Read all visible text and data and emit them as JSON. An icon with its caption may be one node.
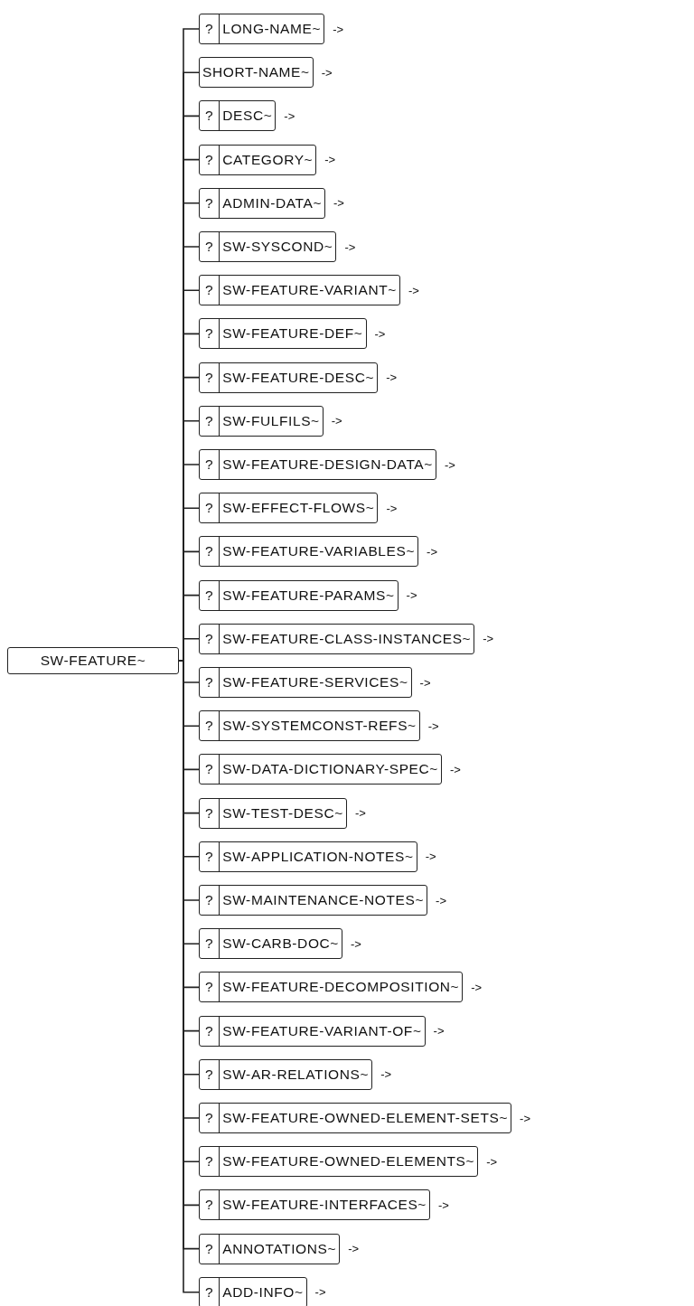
{
  "diagram": {
    "nodes": [
      {
        "text": [
          "SW-FEATURE~"
        ]
      },
      {
        "text": [
          "?",
          "LONG-NAME~"
        ],
        "beside": [
          "->"
        ]
      },
      {
        "text": [
          "SHORT-NAME~"
        ],
        "beside": [
          "->"
        ]
      },
      {
        "text": [
          "?",
          "DESC~"
        ],
        "beside": [
          "->"
        ]
      },
      {
        "text": [
          "?",
          "CATEGORY~"
        ],
        "beside": [
          "->"
        ]
      },
      {
        "text": [
          "?",
          "ADMIN-DATA~"
        ],
        "beside": [
          "->"
        ]
      },
      {
        "text": [
          "?",
          "SW-SYSCOND~"
        ],
        "beside": [
          "->"
        ]
      },
      {
        "text": [
          "?",
          "SW-FEATURE-VARIANT~"
        ],
        "beside": [
          "->"
        ]
      },
      {
        "text": [
          "?",
          "SW-FEATURE-DEF~"
        ],
        "beside": [
          "->"
        ]
      },
      {
        "text": [
          "?",
          "SW-FEATURE-DESC~"
        ],
        "beside": [
          "->"
        ]
      },
      {
        "text": [
          "?",
          "SW-FULFILS~"
        ],
        "beside": [
          "->"
        ]
      },
      {
        "text": [
          "?",
          "SW-FEATURE-DESIGN-DATA~"
        ],
        "beside": [
          "->"
        ]
      },
      {
        "text": [
          "?",
          "SW-EFFECT-FLOWS~"
        ],
        "beside": [
          "->"
        ]
      },
      {
        "text": [
          "?",
          "SW-FEATURE-VARIABLES~"
        ],
        "beside": [
          "->"
        ]
      },
      {
        "text": [
          "?",
          "SW-FEATURE-PARAMS~"
        ],
        "beside": [
          "->"
        ]
      },
      {
        "text": [
          "?",
          "SW-FEATURE-CLASS-INSTANCES~"
        ],
        "beside": [
          "->"
        ]
      },
      {
        "text": [
          "?",
          "SW-FEATURE-SERVICES~"
        ],
        "beside": [
          "->"
        ]
      },
      {
        "text": [
          "?",
          "SW-SYSTEMCONST-REFS~"
        ],
        "beside": [
          "->"
        ]
      },
      {
        "text": [
          "?",
          "SW-DATA-DICTIONARY-SPEC~"
        ],
        "beside": [
          "->"
        ]
      },
      {
        "text": [
          "?",
          "SW-TEST-DESC~"
        ],
        "beside": [
          "->"
        ]
      },
      {
        "text": [
          "?",
          "SW-APPLICATION-NOTES~"
        ],
        "beside": [
          "->"
        ]
      },
      {
        "text": [
          "?",
          "SW-MAINTENANCE-NOTES~"
        ],
        "beside": [
          "->"
        ]
      },
      {
        "text": [
          "?",
          "SW-CARB-DOC~"
        ],
        "beside": [
          "->"
        ]
      },
      {
        "text": [
          "?",
          "SW-FEATURE-DECOMPOSITION~"
        ],
        "beside": [
          "->"
        ]
      },
      {
        "text": [
          "?",
          "SW-FEATURE-VARIANT-OF~"
        ],
        "beside": [
          "->"
        ]
      },
      {
        "text": [
          "?",
          "SW-AR-RELATIONS~"
        ],
        "beside": [
          "->"
        ]
      },
      {
        "text": [
          "?",
          "SW-FEATURE-OWNED-ELEMENT-SETS~"
        ],
        "beside": [
          "->"
        ]
      },
      {
        "text": [
          "?",
          "SW-FEATURE-OWNED-ELEMENTS~"
        ],
        "beside": [
          "->"
        ]
      },
      {
        "text": [
          "?",
          "SW-FEATURE-INTERFACES~"
        ],
        "beside": [
          "->"
        ]
      },
      {
        "text": [
          "?",
          "ANNOTATIONS~"
        ],
        "beside": [
          "->"
        ]
      },
      {
        "text": [
          "?",
          "ADD-INFO~"
        ],
        "beside": [
          "->"
        ]
      }
    ],
    "edges": [
      {
        "from": 0,
        "to": 1,
        "arrow": "none"
      },
      {
        "from": 0,
        "to": 2,
        "arrow": "none"
      },
      {
        "from": 0,
        "to": 3,
        "arrow": "none"
      },
      {
        "from": 0,
        "to": 4,
        "arrow": "none"
      },
      {
        "from": 0,
        "to": 5,
        "arrow": "none"
      },
      {
        "from": 0,
        "to": 6,
        "arrow": "none"
      },
      {
        "from": 0,
        "to": 7,
        "arrow": "none"
      },
      {
        "from": 0,
        "to": 8,
        "arrow": "none"
      },
      {
        "from": 0,
        "to": 9,
        "arrow": "none"
      },
      {
        "from": 0,
        "to": 10,
        "arrow": "none"
      },
      {
        "from": 0,
        "to": 11,
        "arrow": "none"
      },
      {
        "from": 0,
        "to": 12,
        "arrow": "none"
      },
      {
        "from": 0,
        "to": 13,
        "arrow": "none"
      },
      {
        "from": 0,
        "to": 14,
        "arrow": "none"
      },
      {
        "from": 0,
        "to": 15,
        "arrow": "none"
      },
      {
        "from": 0,
        "to": 16,
        "arrow": "none"
      },
      {
        "from": 0,
        "to": 17,
        "arrow": "none"
      },
      {
        "from": 0,
        "to": 18,
        "arrow": "none"
      },
      {
        "from": 0,
        "to": 19,
        "arrow": "none"
      },
      {
        "from": 0,
        "to": 20,
        "arrow": "none"
      },
      {
        "from": 0,
        "to": 21,
        "arrow": "none"
      },
      {
        "from": 0,
        "to": 22,
        "arrow": "none"
      },
      {
        "from": 0,
        "to": 23,
        "arrow": "none"
      },
      {
        "from": 0,
        "to": 24,
        "arrow": "none"
      },
      {
        "from": 0,
        "to": 25,
        "arrow": "none"
      },
      {
        "from": 0,
        "to": 26,
        "arrow": "none"
      },
      {
        "from": 0,
        "to": 27,
        "arrow": "none"
      },
      {
        "from": 0,
        "to": 28,
        "arrow": "none"
      },
      {
        "from": 0,
        "to": 29,
        "arrow": "none"
      },
      {
        "from": 0,
        "to": 30,
        "arrow": "none"
      }
    ]
  }
}
